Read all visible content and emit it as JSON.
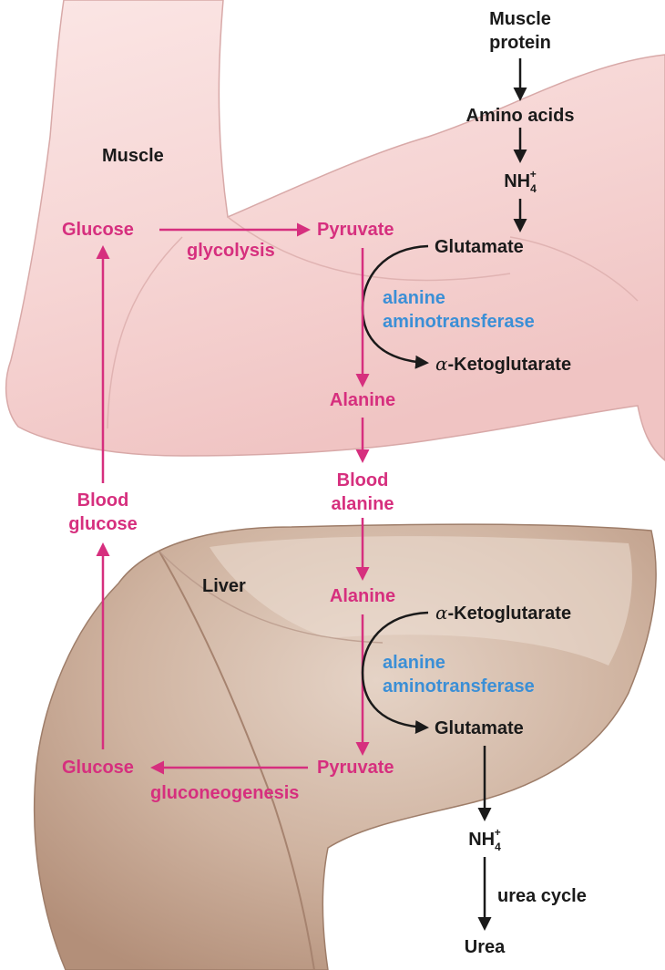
{
  "regions": {
    "muscle": "Muscle",
    "liver": "Liver"
  },
  "muscle_pathway": {
    "muscle_protein": "Muscle\nprotein",
    "amino_acids": "Amino acids",
    "nh4": {
      "base": "NH",
      "sub": "4",
      "sup": "+"
    },
    "glutamate": "Glutamate",
    "glucose": "Glucose",
    "glycolysis": "glycolysis",
    "pyruvate": "Pyruvate",
    "enzyme": "alanine\naminotransferase",
    "ketoglutarate": {
      "prefix": "α",
      "name": "-Ketoglutarate"
    },
    "alanine": "Alanine"
  },
  "blood": {
    "blood_alanine": "Blood\nalanine",
    "blood_glucose": "Blood\nglucose"
  },
  "liver_pathway": {
    "alanine": "Alanine",
    "ketoglutarate": {
      "prefix": "α",
      "name": "-Ketoglutarate"
    },
    "enzyme": "alanine\naminotransferase",
    "glutamate": "Glutamate",
    "pyruvate": "Pyruvate",
    "glucose": "Glucose",
    "gluconeogenesis": "gluconeogenesis",
    "nh4": {
      "base": "NH",
      "sub": "4",
      "sup": "+"
    },
    "urea_cycle": "urea cycle",
    "urea": "Urea"
  },
  "colors": {
    "pathway": "#d62f7e",
    "enzyme": "#3b8fd6",
    "text": "#1a1a1a",
    "muscle_tissue": "#f5d3d2",
    "liver_tissue": "#c9ab97"
  }
}
